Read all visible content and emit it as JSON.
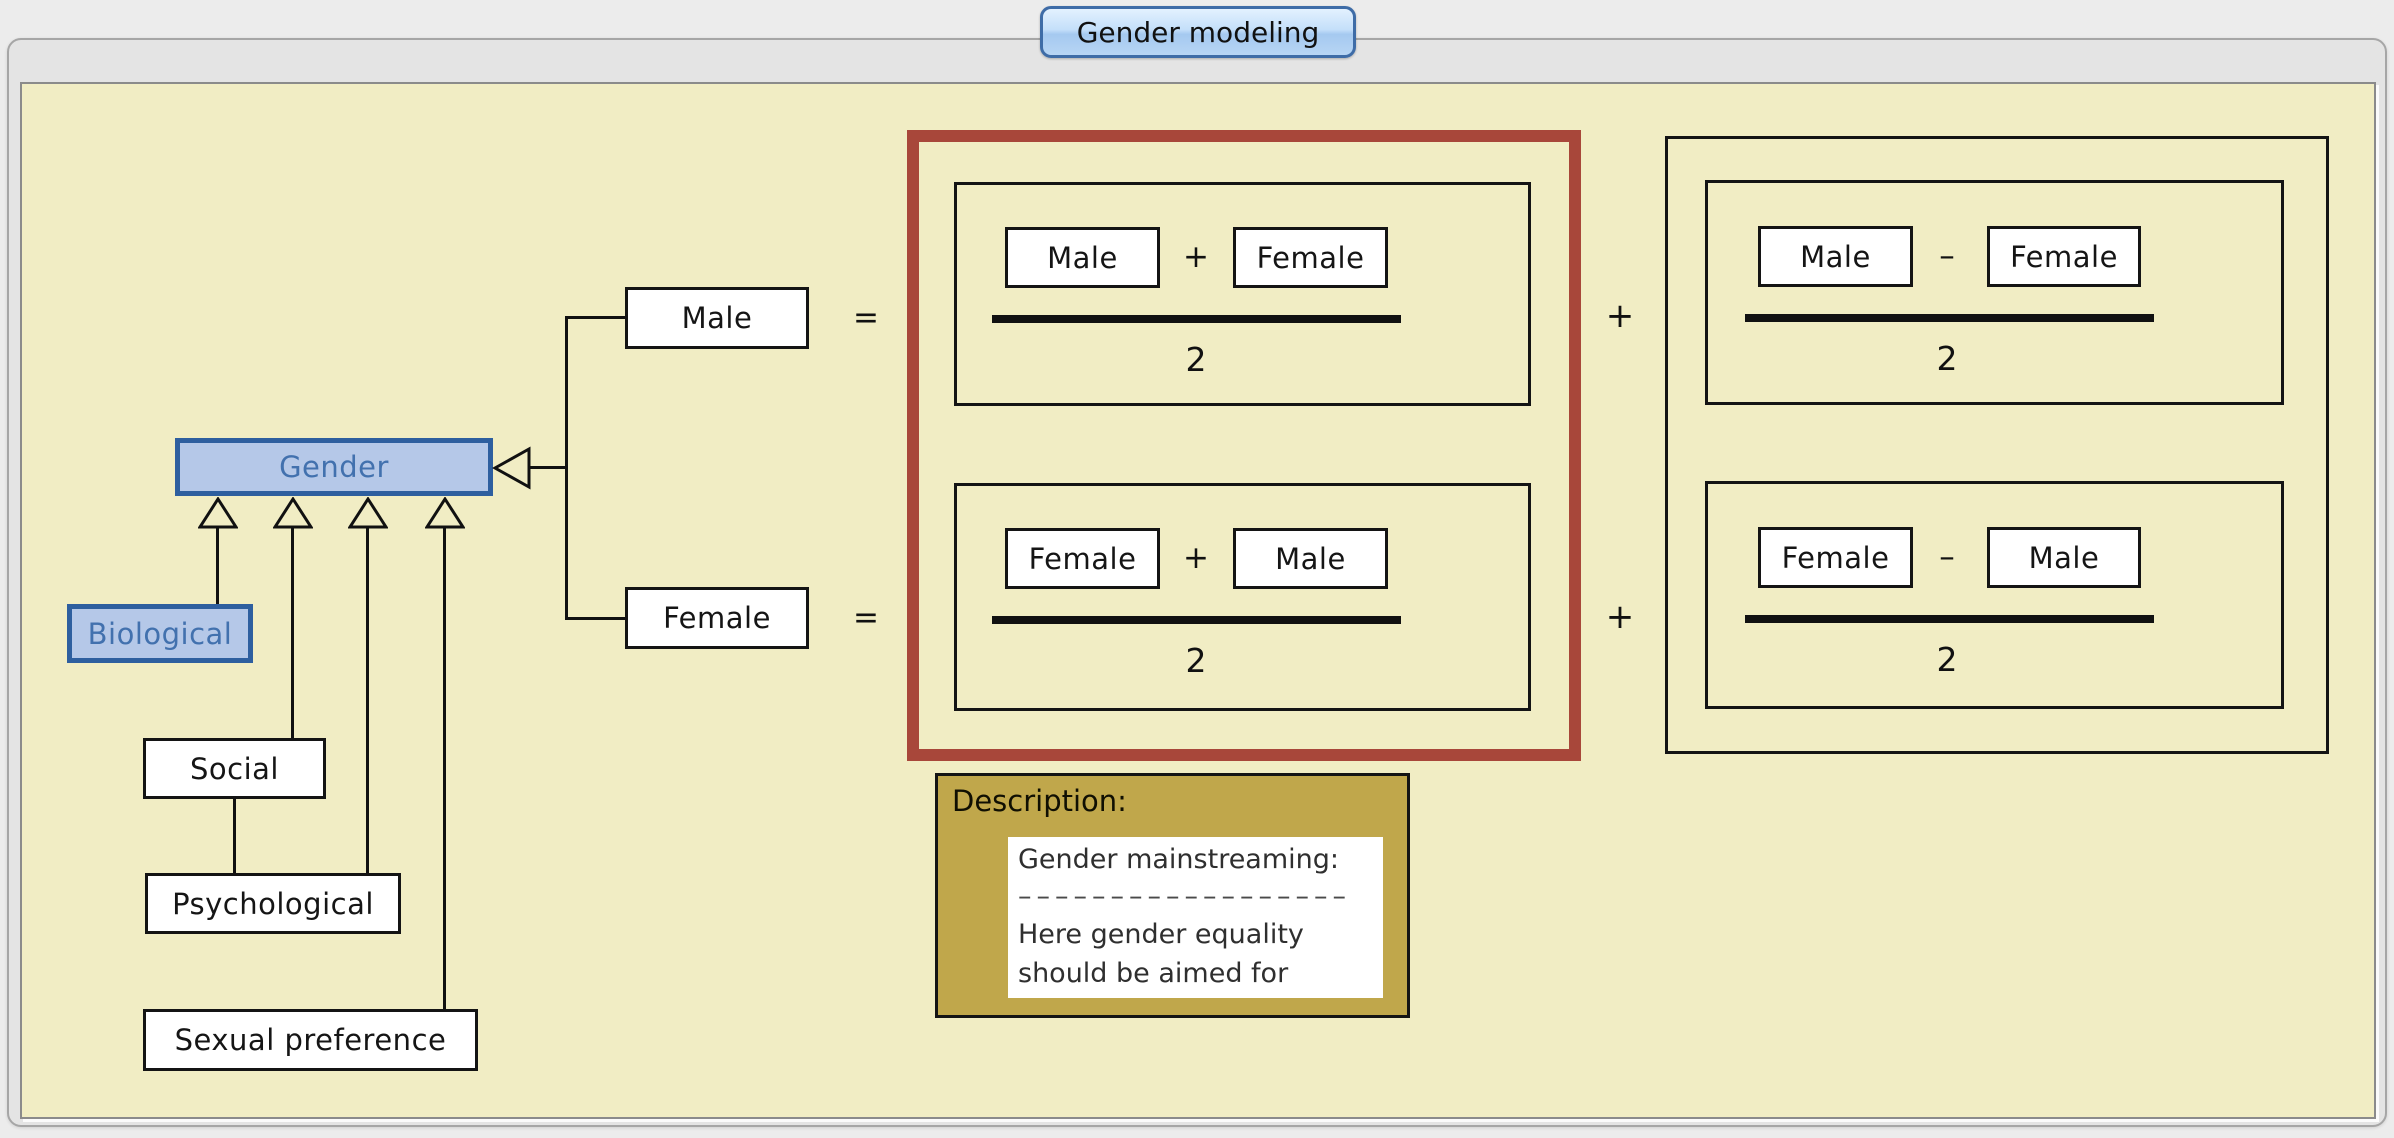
{
  "window": {
    "tab_label": "Gender modeling"
  },
  "colors": {
    "canvas_bg": "#f1edc4",
    "node_blue_fill": "#b5c8e8",
    "node_blue_border": "#2e5f9f",
    "node_blue_text": "#4271ae",
    "highlight_red_border": "#a8473a",
    "description_gold": "#c0a74b",
    "tab_blue_border": "#3e6ca7"
  },
  "nodes": {
    "gender": "Gender",
    "biological": "Biological",
    "social": "Social",
    "psychological": "Psychological",
    "sexual_preference": "Sexual preference",
    "male": "Male",
    "female": "Female"
  },
  "operators": {
    "equals_male": "=",
    "equals_female": "=",
    "plus_between_top": "+",
    "plus_between_bottom": "+"
  },
  "formulas": {
    "sum_group": {
      "top": {
        "left": "Male",
        "op": "+",
        "right": "Female",
        "den": "2"
      },
      "bottom": {
        "left": "Female",
        "op": "+",
        "right": "Male",
        "den": "2"
      }
    },
    "diff_group": {
      "top": {
        "left": "Male",
        "op": "–",
        "right": "Female",
        "den": "2"
      },
      "bottom": {
        "left": "Female",
        "op": "–",
        "right": "Male",
        "den": "2"
      }
    }
  },
  "description": {
    "label": "Description:",
    "line1": "Gender mainstreaming:",
    "divider": "––––––––––––––––––",
    "line2": "Here gender equality",
    "line3": "should be aimed for"
  }
}
